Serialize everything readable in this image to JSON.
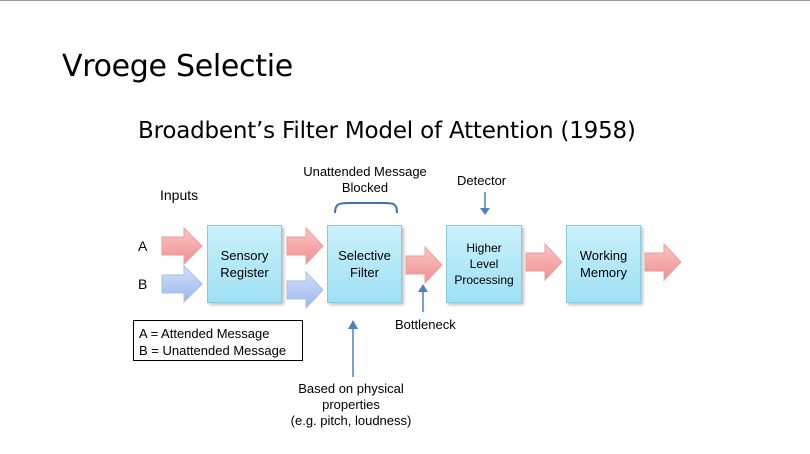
{
  "slide": {
    "title": "Vroege Selectie",
    "diagram_title": "Broadbent’s Filter Model of Attention (1958)"
  },
  "labels": {
    "inputs": "Inputs",
    "a": "A",
    "b": "B",
    "unattended_line1": "Unattended Message",
    "unattended_line2": "Blocked",
    "detector": "Detector",
    "bottleneck": "Bottleneck",
    "based_line1": "Based on physical",
    "based_line2": "properties",
    "based_line3": "(e.g. pitch, loudness)"
  },
  "stages": {
    "sensory_line1": "Sensory",
    "sensory_line2": "Register",
    "filter_line1": "Selective",
    "filter_line2": "Filter",
    "higher_line1": "Higher",
    "higher_line2": "Level",
    "higher_line3": "Processing",
    "working_line1": "Working",
    "working_line2": "Memory"
  },
  "legend": {
    "line1": "A = Attended Message",
    "line2": "B = Unattended Message"
  },
  "colors": {
    "attended_arrow": "#f5a3a3",
    "unattended_arrow": "#b4cbf3",
    "stage_box": "#a8e4f5",
    "pointer": "#4f7fbf"
  }
}
